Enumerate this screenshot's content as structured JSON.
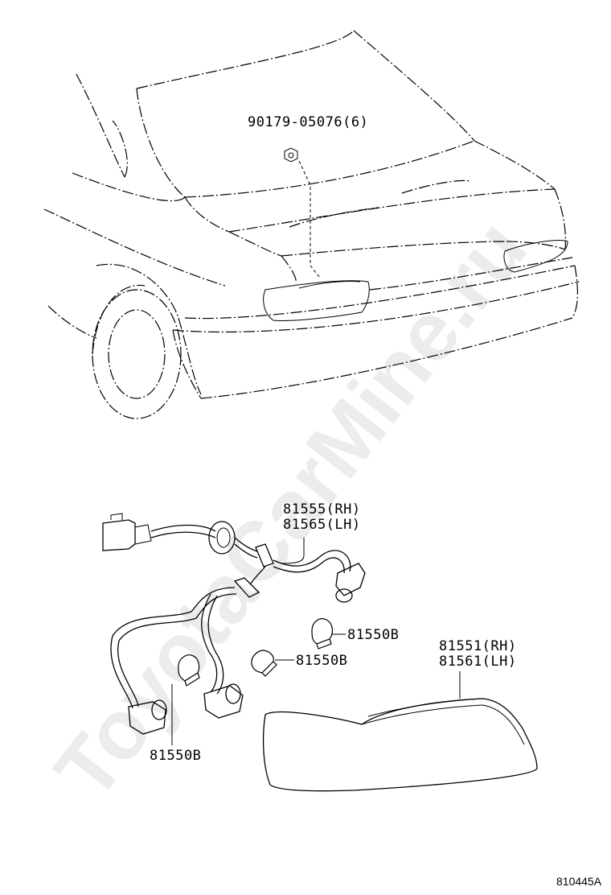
{
  "watermark": "ToyotaCarMine.ru",
  "diagram_id": "810445A",
  "parts": {
    "nut": "90179-05076(6)",
    "harness_rh": "81555(RH)",
    "harness_lh": "81565(LH)",
    "bulb_upper": "81550B",
    "bulb_middle": "81550B",
    "bulb_left": "81550B",
    "lamp_rh": "81551(RH)",
    "lamp_lh": "81561(LH)"
  }
}
